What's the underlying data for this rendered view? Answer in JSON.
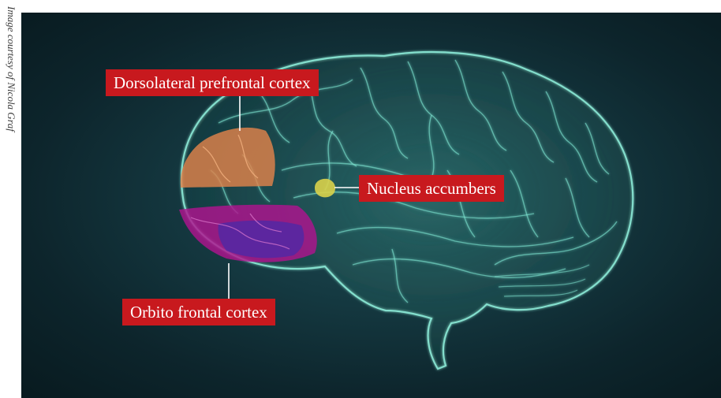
{
  "credit": "Image courtesy of Nicola Graf",
  "labels": {
    "dlpfc": "Dorsolateral prefrontal cortex",
    "nacc": "Nucleus accumbers",
    "ofc": "Orbito frontal cortex"
  },
  "colors": {
    "label_background": "#c8191e",
    "label_text": "#ffffff",
    "brain_glow": "#7fe6d2",
    "dlpfc_region": "#e0824a",
    "ofc_region": "#b0148f",
    "ofc_region_inner": "#4a2aa8",
    "nacc_region": "#d9d14a",
    "background": "#0d252c"
  }
}
